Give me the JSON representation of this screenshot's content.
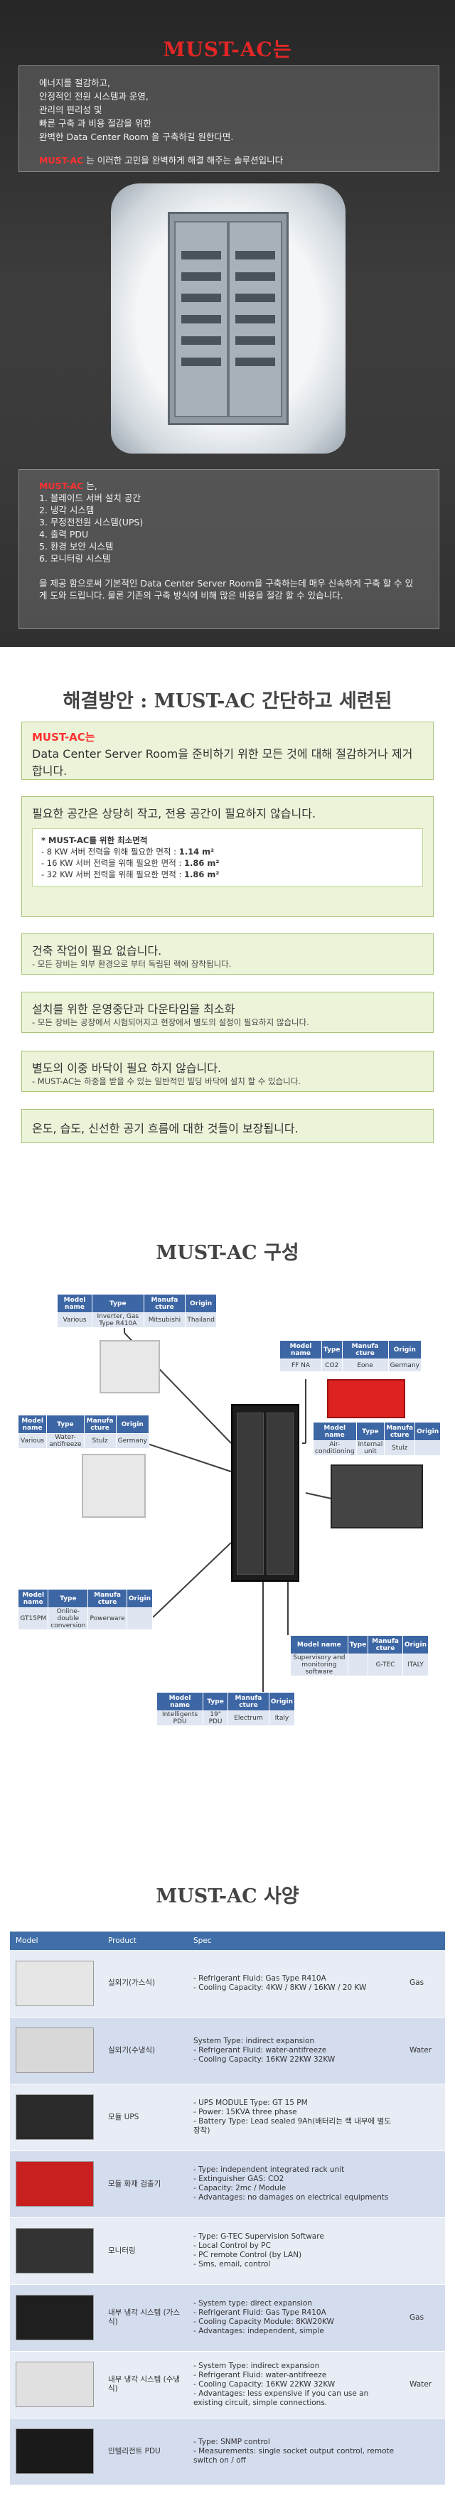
{
  "hero": {
    "title": "MUST-AC는",
    "intro_lines": [
      "에너지를 절감하고,",
      "안정적인 전원 시스템과 운영,",
      "관리의 편리성 및",
      "빠른 구축 과 비용 절감을 위한",
      "완벽한 Data Center Room 을 구축하길 원한다면."
    ],
    "brand": "MUST-AC",
    "tagline": " 는 이러한 고민을 완벽하게 해결 해주는 솔루션입니다",
    "list_title": "MUST-AC",
    "list_title_suffix": " 는,",
    "items": [
      "1.   블레이드 서버 설치 공간",
      "2.   냉각 시스템",
      "3.   무정전전원 시스템(UPS)",
      "4.   출력 PDU",
      "5.   환경 보안 시스템",
      "6.   모니터링 시스템"
    ],
    "note": "을 제공 함으로써 기본적인 Data Center Server Room을 구축하는데 매우 신속하게 구축 할 수 있게 도와 드립니다. 물론 기존의 구축 방식에 비해 많은 비용을 절감 할 수 있습니다."
  },
  "solution": {
    "title": "해결방안 : MUST-AC 간단하고 세련된",
    "card1_brand": "MUST-AC는",
    "card1_text": "Data Center Server Room을 준비하기 위한 모든 것에 대해 절감하거나 제거 합니다.",
    "card2_text": "필요한 공간은 상당히 작고, 전용 공간이 필요하지 않습니다.",
    "area_title": "* MUST-AC를 위한 최소면적",
    "area_lines": [
      {
        "label": "- 8 KW 서버 전력을 위해 필요한 면적 : ",
        "value": "1.14 m²"
      },
      {
        "label": "- 16 KW 서버 전력을 위해 필요한 면적 : ",
        "value": "1.86 m²"
      },
      {
        "label": "- 32 KW 서버 전력을 위해 필요한 면적 : ",
        "value": "1.86 m²"
      }
    ],
    "card3_text": "건축 작업이 필요 없습니다.",
    "card3_sub": "- 모든 장비는 외부 환경으로 부터 독립된 랙에 장착됩니다.",
    "card4_text": "설치를 위한 운영중단과 다운타임을 최소화",
    "card4_sub": "- 모든 장비는 공장에서 시험되어지고 현장에서 별도의 설정이 필요하지 않습니다.",
    "card5_text": "별도의 이중 바닥이 필요 하지 않습니다.",
    "card5_sub": "-  MUST-AC는 하중을 받을 수 있는 일반적인 빌딩 바닥에 설치 할 수 있습니다.",
    "card6_text": "온도, 습도, 신선한 공기 흐름에 대한 것들이 보장됩니다."
  },
  "composition": {
    "title": "MUST-AC 구성",
    "headers": [
      "Model name",
      "Type",
      "Manufa cture",
      "Origin"
    ],
    "outdoor": [
      "Various",
      "Inverter, Gas Type R410A",
      "Mitsubishi",
      "Thailand"
    ],
    "fire": [
      "FF NA",
      "CO2",
      "Eone",
      "Germany"
    ],
    "water": [
      "Various",
      "Water-antifreeze",
      "Stulz",
      "Germany"
    ],
    "aircon": [
      "Air-conditioning",
      "Internal unit",
      "Stulz",
      ""
    ],
    "ups": [
      "GT15PM",
      "Online-double conversion",
      "Powerware",
      ""
    ],
    "monitor": [
      "Supervisory and monitoring software",
      "",
      "G-TEC",
      "ITALY"
    ],
    "pdu": [
      "Intelligents PDU",
      "19\" PDU",
      "Electrum",
      "Italy"
    ]
  },
  "spec": {
    "title": "MUST-AC 사양",
    "columns": [
      "Model",
      "Product",
      "Spec",
      ""
    ],
    "rows": [
      {
        "product": "실외기(가스식)",
        "spec": [
          "- Refrigerant Fluid: Gas Type R410A",
          "- Cooling Capacity: 4KW / 8KW / 16KW / 20 KW"
        ],
        "type": "Gas"
      },
      {
        "product": "실외기(수냉식)",
        "spec": [
          "System Type: indirect expansion",
          "- Refrigerant Fluid: water-antifreeze",
          "- Cooling Capacity: 16KW 22KW 32KW"
        ],
        "type": "Water"
      },
      {
        "product": "모듈 UPS",
        "spec": [
          "- UPS MODULE Type: GT 15 PM",
          "- Power: 15KVA three phase",
          "- Battery Type: Lead sealed 9Ah(배터리는 랙 내부에 별도 장착)"
        ],
        "type": ""
      },
      {
        "product": "모듈 화재 검출기",
        "spec": [
          "- Type: independent integrated rack unit",
          "- Extinguisher GAS: CO2",
          "- Capacity: 2mc / Module",
          "- Advantages: no damages on electrical equipments"
        ],
        "type": ""
      },
      {
        "product": "모니터링",
        "spec": [
          "- Type: G-TEC Supervision Software",
          "- Local Control by PC",
          "- PC remote Control (by LAN)",
          "- Sms, email, control"
        ],
        "type": ""
      },
      {
        "product": "내부 냉각 시스템 (가스 식)",
        "spec": [
          "- System type: direct expansion",
          "- Refrigerant Fluid: Gas Type R410A",
          "- Cooling Capacity Module: 8KW20KW",
          "- Advantages: independent, simple"
        ],
        "type": "Gas"
      },
      {
        "product": "내부 냉각 시스템 (수냉식)",
        "spec": [
          "- System Type: indirect expansion",
          "- Refrigerant Fluid: water-antifreeze",
          "- Cooling Capacity: 16KW 22KW 32KW",
          "- Advantages: less expensive if you can use an existing circuit, simple connections."
        ],
        "type": "Water"
      },
      {
        "product": "인텔리전트 PDU",
        "spec": [
          "- Type: SNMP control",
          "- Measurements: single socket output control, remote switch on / off"
        ],
        "type": ""
      }
    ]
  }
}
